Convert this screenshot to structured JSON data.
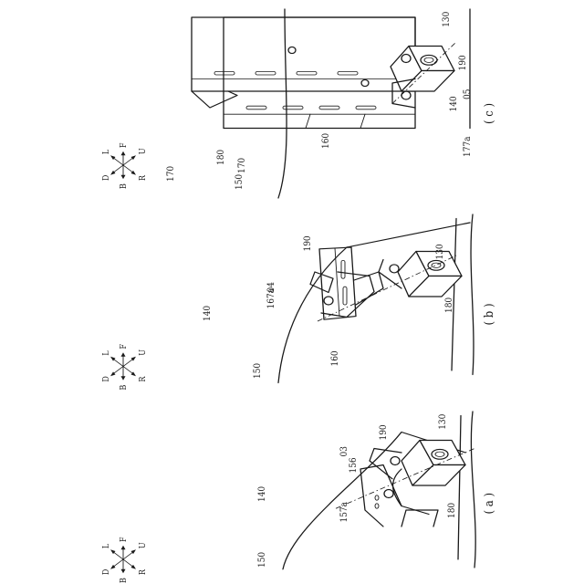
{
  "directions": {
    "up": "U",
    "down": "D",
    "front": "F",
    "back": "B",
    "left": "L",
    "right": "R"
  },
  "panel_a": {
    "caption": "( a )",
    "labels": {
      "l150": "150",
      "l140": "140",
      "l156": "156",
      "l03": "03",
      "l190": "190",
      "l130": "130",
      "l157a": "157a",
      "l180": "180"
    }
  },
  "panel_b": {
    "caption": "( b )",
    "labels": {
      "l150": "150",
      "l140": "140",
      "l167a": "167a",
      "l04": "04",
      "l190": "190",
      "l130": "130",
      "l180": "180",
      "l160": "160"
    }
  },
  "panel_c": {
    "caption": "( c )",
    "labels": {
      "l140": "140",
      "l05": "05",
      "l177a": "177a",
      "l190": "190",
      "l130": "130",
      "l170a": "170",
      "l180": "180",
      "l170b": "170",
      "l160": "160",
      "l150": "150"
    }
  }
}
